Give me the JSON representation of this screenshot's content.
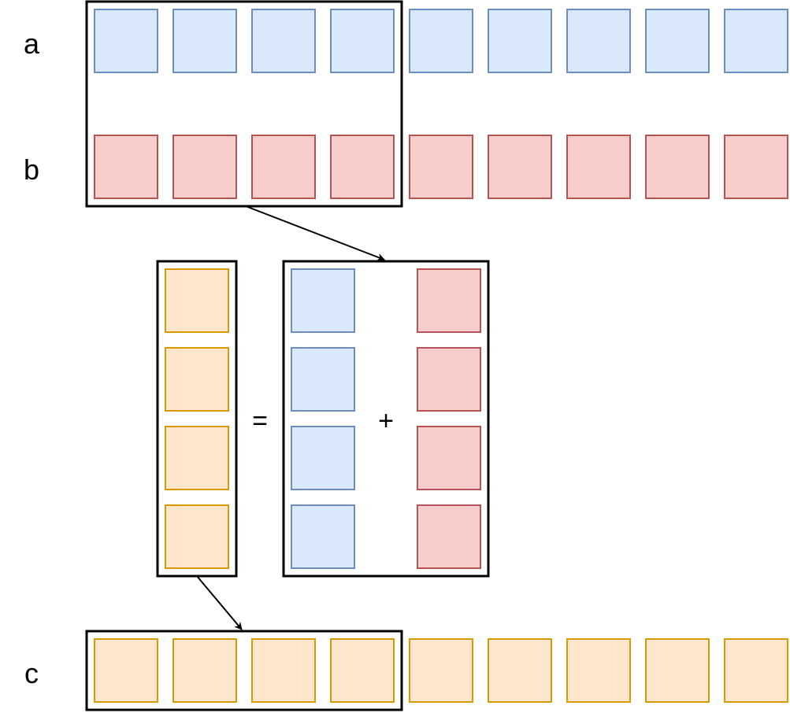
{
  "labels": {
    "a": "a",
    "b": "b",
    "c": "c"
  },
  "operators": {
    "equals": "=",
    "plus": "+"
  },
  "colors": {
    "blue_fill": "#dae8fc",
    "blue_stroke": "#6c8ebf",
    "red_fill": "#f8cecc",
    "red_stroke": "#b85450",
    "orange_fill": "#ffe6cc",
    "orange_stroke": "#d79b00",
    "frame": "#000000"
  },
  "arrays": {
    "a_length": 9,
    "b_length": 9,
    "c_length": 9,
    "block_size": 4
  }
}
